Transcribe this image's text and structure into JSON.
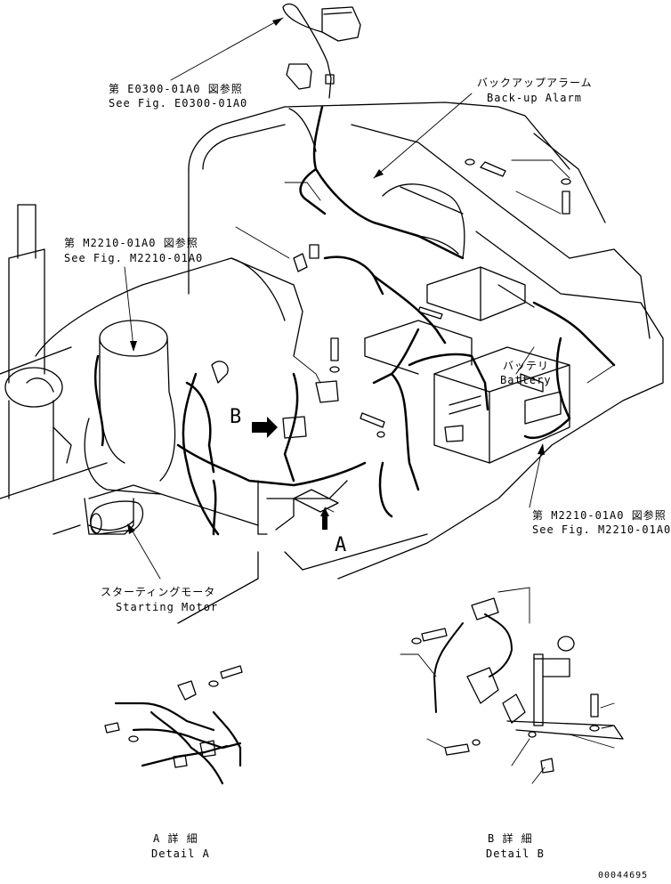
{
  "labels": {
    "e0300_jp": "第 E0300-01A0 図参照",
    "e0300_en": "See Fig. E0300-01A0",
    "backup_jp": "バックアップアラーム",
    "backup_en": "Back-up Alarm",
    "m2210_top_jp": "第 M2210-01A0 図参照",
    "m2210_top_en": "See Fig. M2210-01A0",
    "battery_jp": "バッテリ",
    "battery_en": "Battery",
    "m2210_right_jp": "第 M2210-01A0 図参照",
    "m2210_right_en": "See Fig. M2210-01A0",
    "starter_jp": "スターティングモータ",
    "starter_en": "Starting Motor",
    "callout_a": "A",
    "callout_b": "B",
    "detail_a_jp": "A 詳 細",
    "detail_a_en": "Detail A",
    "detail_b_jp": "B 詳 細",
    "detail_b_en": "Detail B",
    "drawing_number": "00044695"
  }
}
